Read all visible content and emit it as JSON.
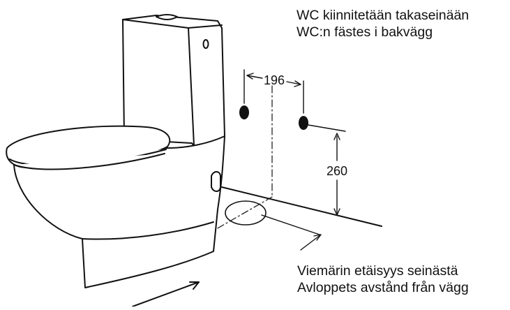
{
  "captions": {
    "top_line1": "WC kiinnitetään takaseinään",
    "top_line2": "WC:n fästes i bakvägg",
    "bottom_line1": "Viemärin etäisyys seinästä",
    "bottom_line2": "Avloppets avstånd från vägg"
  },
  "dimensions": {
    "bolt_spacing": "196",
    "bolt_height": "260"
  }
}
